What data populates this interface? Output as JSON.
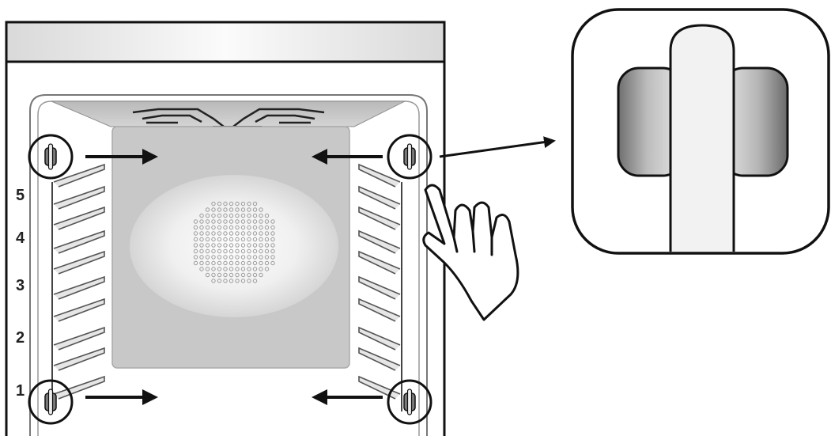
{
  "shelf_levels": [
    {
      "label": "5",
      "level": 5
    },
    {
      "label": "4",
      "level": 4
    },
    {
      "label": "3",
      "level": 3
    },
    {
      "label": "2",
      "level": 2
    },
    {
      "label": "1",
      "level": 1
    }
  ],
  "icons": {
    "fastener": "clip-fastener-icon",
    "hand": "pressing-hand-icon",
    "arrow": "arrow-icon",
    "fan": "fan-vent-icon",
    "grill": "grill-element-icon"
  },
  "colors": {
    "outline": "#111111",
    "panel": "#c8c8c8",
    "panel_edge": "#a9a9a9",
    "vent": "#f0f0f0",
    "clip_tab_dark": "#7a7a7a",
    "clip_tab_light": "#eeeeee"
  }
}
